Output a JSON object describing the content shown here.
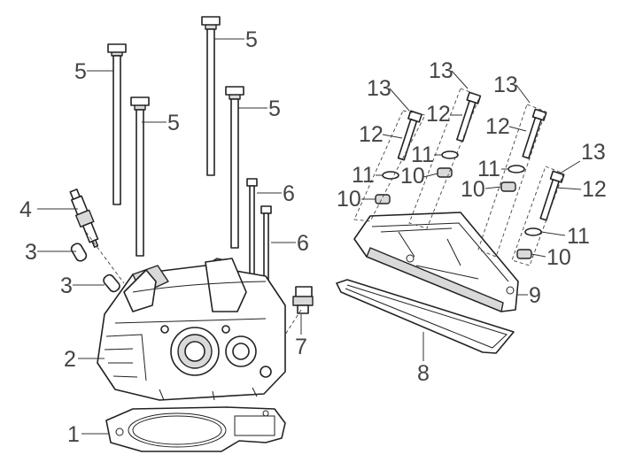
{
  "callouts": {
    "c1": "1",
    "c2": "2",
    "c3a": "3",
    "c3b": "3",
    "c4": "4",
    "c5a": "5",
    "c5b": "5",
    "c5c": "5",
    "c5d": "5",
    "c6a": "6",
    "c6b": "6",
    "c7": "7",
    "c8": "8",
    "c9": "9",
    "c10a": "10",
    "c10b": "10",
    "c10c": "10",
    "c10d": "10",
    "c11a": "11",
    "c11b": "11",
    "c11c": "11",
    "c11d": "11",
    "c12a": "12",
    "c12b": "12",
    "c12c": "12",
    "c12d": "12",
    "c13a": "13",
    "c13b": "13",
    "c13c": "13",
    "c13d": "13"
  }
}
